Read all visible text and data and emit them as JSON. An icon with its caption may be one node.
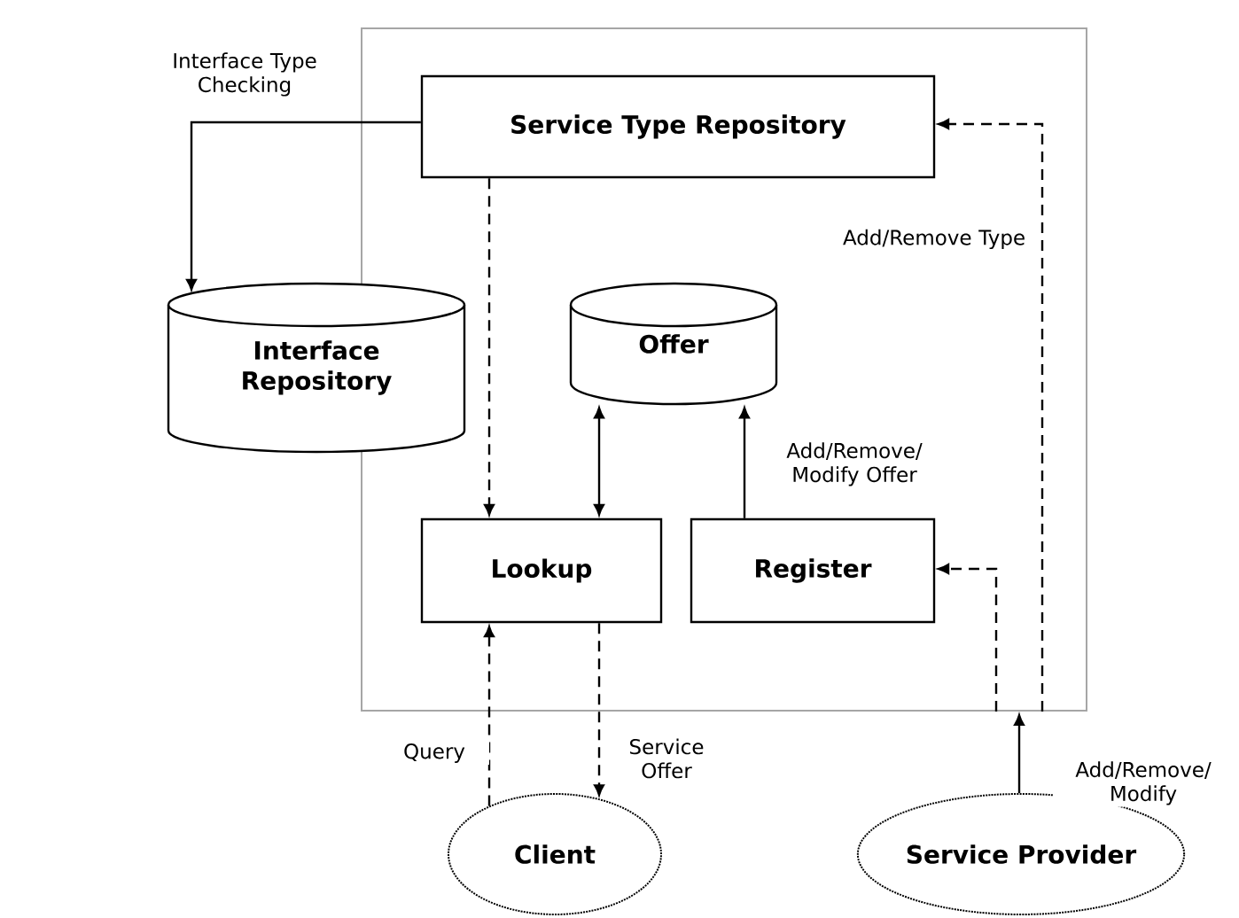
{
  "diagram": {
    "nodes": [
      {
        "text": [],
        "shape": "box"
      },
      {
        "text": [
          "Service Type Repository"
        ],
        "in": 0
      },
      {
        "text": [
          "Interface Repository"
        ]
      },
      {
        "text": [
          "Offer"
        ],
        "in": 0
      },
      {
        "text": [
          "Lookup"
        ],
        "in": 0
      },
      {
        "text": [
          "Register"
        ],
        "in": 0
      },
      {
        "text": [
          "Client"
        ]
      },
      {
        "text": [
          "Service Provider"
        ]
      }
    ],
    "edges": [
      {
        "from": 1,
        "to": 2,
        "arrow": "to",
        "label": "Interface Type Checking"
      },
      {
        "from": 1,
        "to": 4,
        "arrow": "to",
        "style": "dashed"
      },
      {
        "from": 3,
        "to": 4,
        "arrow": "both"
      },
      {
        "from": 5,
        "to": 3,
        "arrow": "to",
        "label": "Add/Remove/ Modify Offer"
      },
      {
        "from": 7,
        "to": 0,
        "arrow": "to",
        "label": "Add/Remove/ Modify"
      },
      {
        "from": 0,
        "to": 5,
        "arrow": "to",
        "style": "dashed"
      },
      {
        "from": 0,
        "to": 1,
        "arrow": "to",
        "style": "dashed",
        "label": "Add/Remove Type"
      },
      {
        "from": 6,
        "to": 4,
        "arrow": "to",
        "style": "dashed",
        "label": "Query"
      },
      {
        "from": 4,
        "to": 6,
        "arrow": "to",
        "style": "dashed",
        "label": "Service Offer"
      }
    ]
  }
}
